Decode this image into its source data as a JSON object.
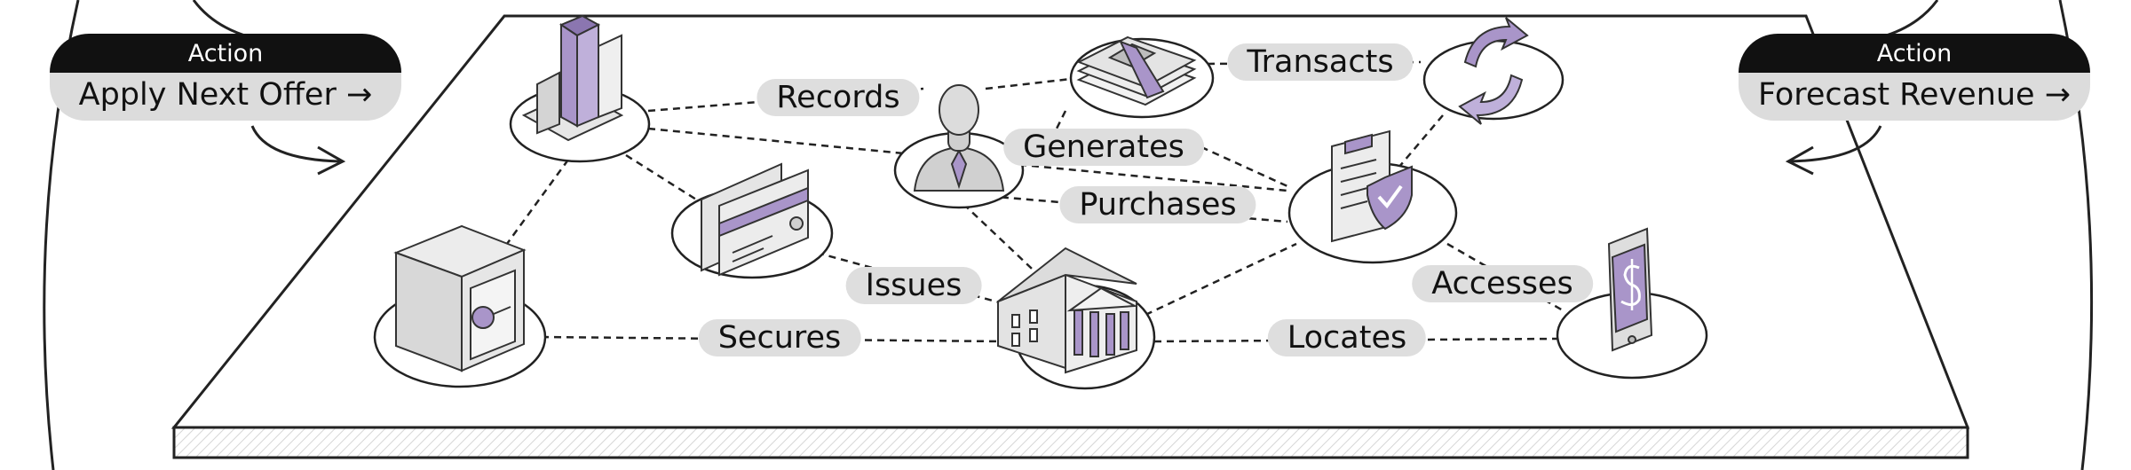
{
  "actions": {
    "left": {
      "tag": "Action",
      "label": "Apply Next Offer →"
    },
    "right": {
      "tag": "Action",
      "label": "Forecast Revenue →"
    }
  },
  "edges": {
    "records": "Records",
    "transacts": "Transacts",
    "generates": "Generates",
    "purchases": "Purchases",
    "issues": "Issues",
    "secures": "Secures",
    "locates": "Locates",
    "accesses": "Accesses"
  },
  "colors": {
    "accent": "#a995c9",
    "accent_dark": "#8b76b0",
    "pill": "#dedede",
    "node_fill": "#ffffff",
    "line": "#222222"
  },
  "nodes": [
    {
      "id": "analytics",
      "icon": "bar-chart-icon"
    },
    {
      "id": "customer",
      "icon": "person-icon"
    },
    {
      "id": "cash",
      "icon": "cash-stack-icon"
    },
    {
      "id": "exchange",
      "icon": "exchange-arrows-icon"
    },
    {
      "id": "cards",
      "icon": "credit-card-icon"
    },
    {
      "id": "policy",
      "icon": "clipboard-shield-icon"
    },
    {
      "id": "vault",
      "icon": "safe-icon"
    },
    {
      "id": "bank",
      "icon": "bank-building-icon"
    },
    {
      "id": "mobile",
      "icon": "smartphone-dollar-icon"
    }
  ]
}
